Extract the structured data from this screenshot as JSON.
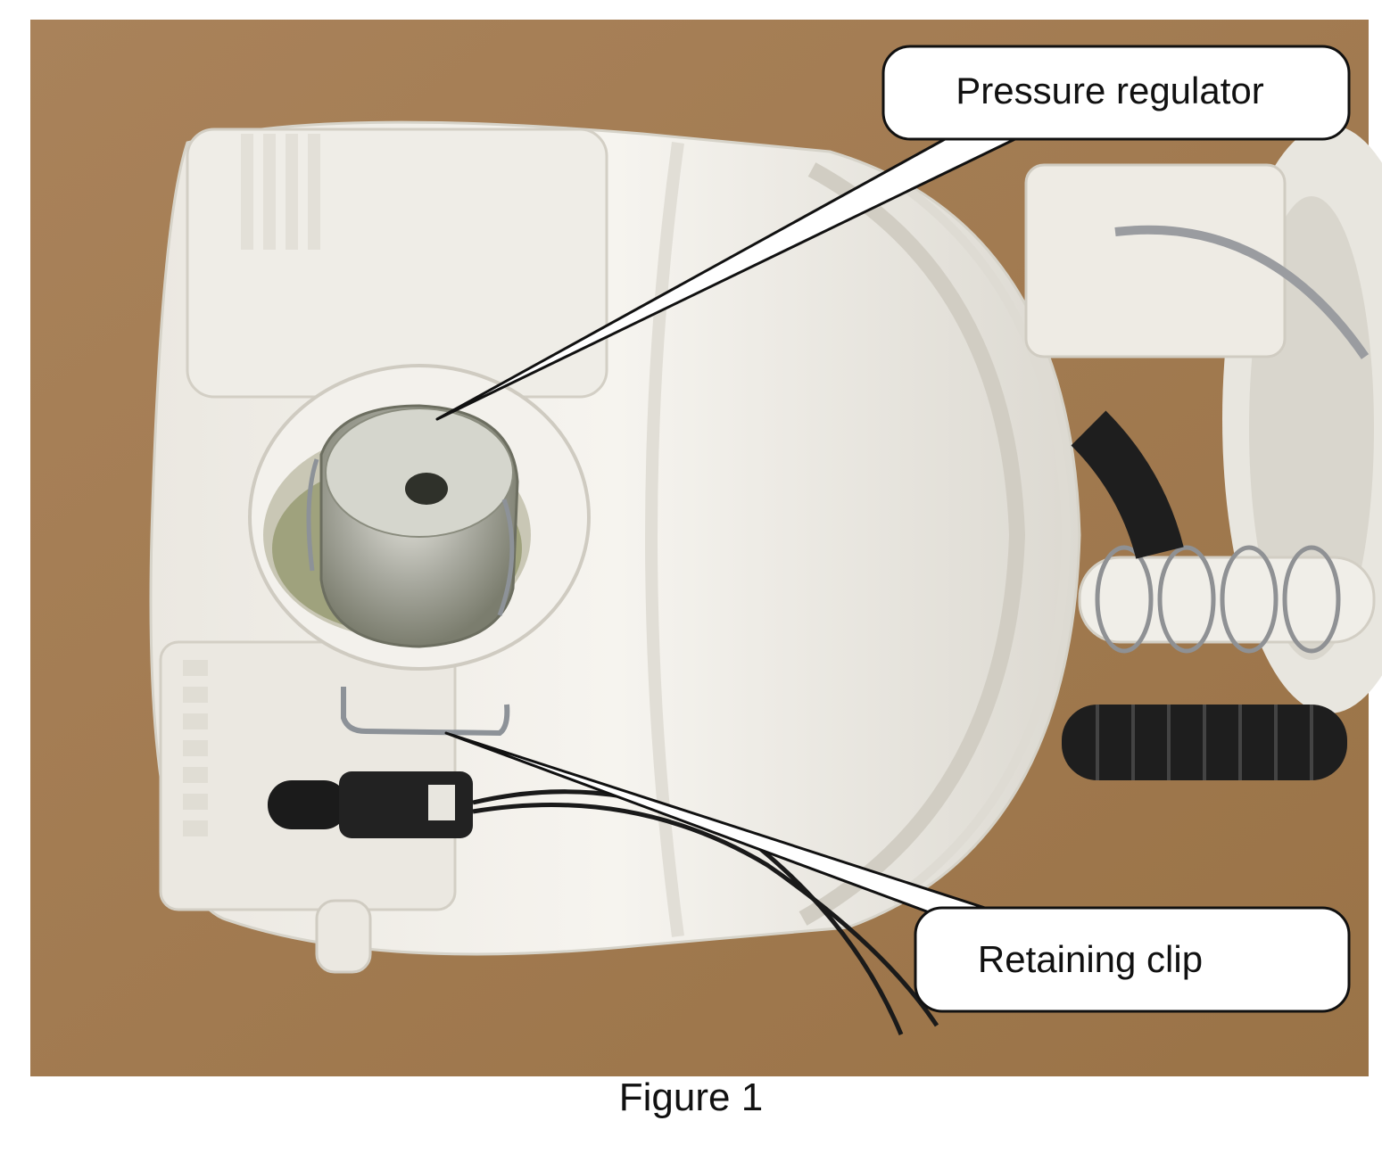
{
  "figure": {
    "caption": "Figure 1",
    "callouts": {
      "pressure_regulator": "Pressure regulator",
      "retaining_clip": "Retaining clip"
    }
  },
  "colors": {
    "background": "#a47c52",
    "plastic": "#f1efe9",
    "metal": "#b7b9ae",
    "callout_fill": "#ffffff",
    "callout_stroke": "#111111"
  }
}
